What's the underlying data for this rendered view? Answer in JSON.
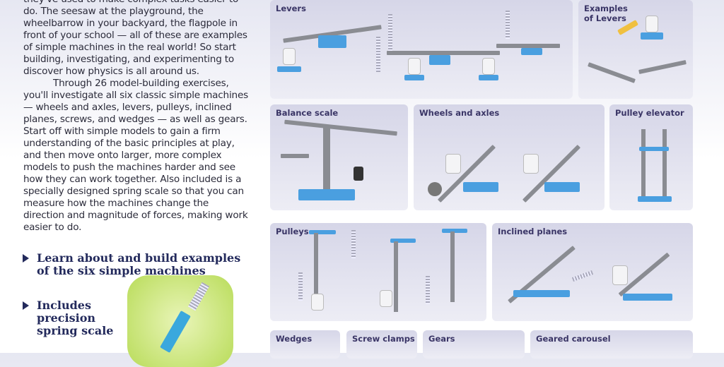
{
  "intro": {
    "paragraph1_lines": [
      "they've used to make complex tasks easier to do.",
      "The seesaw at the playground, the wheelbarrow in your backyard, the flagpole in front of your school — all of these are examples of simple machines in the real world! So start building, investigating, and experimenting to discover how physics is all around us."
    ],
    "paragraph2": "Through 26 model-building exercises, you'll investigate all six classic simple machines — wheels and axles, levers, pulleys, inclined planes, screws, and wedges — as well as gears. Start off with simple models to gain a firm understanding of the basic principles at play, and then move onto larger, more complex models to push the machines harder and see how they can work together. Also included is a specially designed spring scale so that you can measure how the machines change the direction and magnitude of forces, making work easier to do."
  },
  "bullets": [
    "Learn about and build examples of the six simple machines",
    "Includes precision spring scale"
  ],
  "panels": {
    "levers": "Levers",
    "examples": "Examples of Levers",
    "balance": "Balance scale",
    "wheels": "Wheels and axles",
    "pulley_elevator": "Pulley elevator",
    "pulleys": "Pulleys",
    "inclined": "Inclined planes",
    "wedges": "Wedges",
    "screw": "Screw clamps",
    "gears": "Gears",
    "carousel": "Geared carousel"
  },
  "colors": {
    "heading": "#232a5c",
    "panel": "#d6d6e8",
    "model_blue": "#4a9fe0"
  }
}
